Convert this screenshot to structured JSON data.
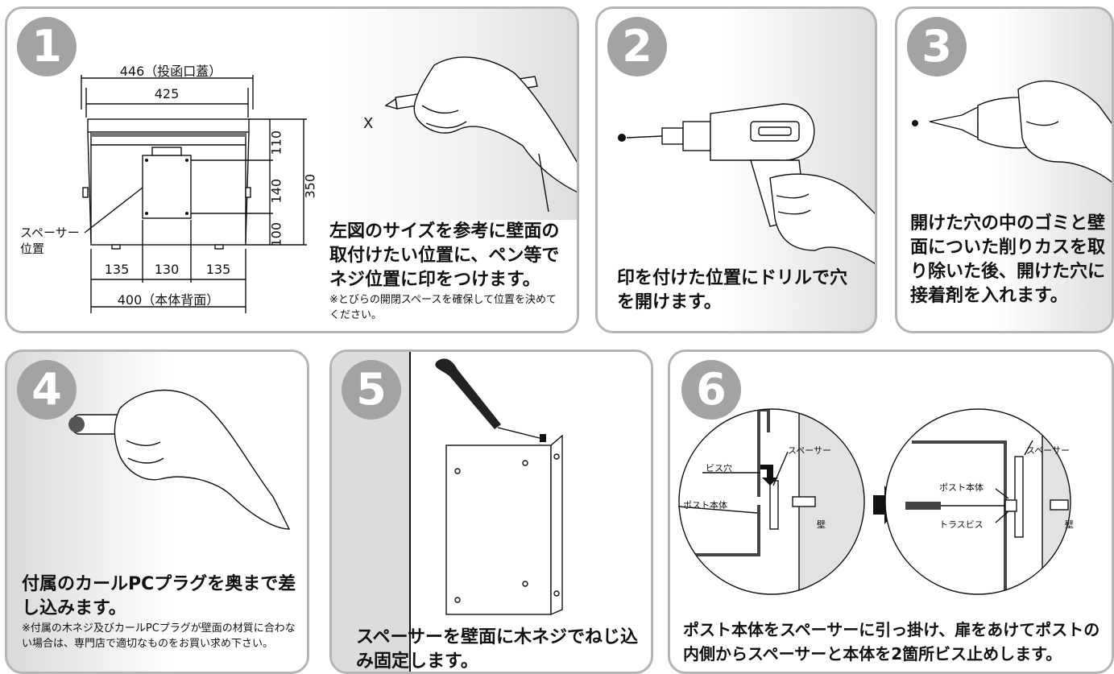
{
  "panels": [
    {
      "number": "1",
      "main_text": "左図のサイズを参考に壁面の取付けたい位置に、ペン等でネジ位置に印をつけます。",
      "note": "※とびらの開閉スペースを確保して位置を決めてください。",
      "diagram": {
        "width_outer": "446（投函口蓋）",
        "width_inner": "425",
        "height_total": "350",
        "vertical_segments": [
          "110",
          "140",
          "100"
        ],
        "bottom_segments": [
          "135",
          "130",
          "135"
        ],
        "width_bottom": "400（本体背面）",
        "spacer_label": "スペーサー位置",
        "mark": "X"
      }
    },
    {
      "number": "2",
      "main_text": "印を付けた位置にドリルで穴を開けます。"
    },
    {
      "number": "3",
      "main_text": "開けた穴の中のゴミと壁面についた削りカスを取り除いた後、開けた穴に接着剤を入れます。"
    },
    {
      "number": "4",
      "main_text": "付属のカールPCプラグを奥まで差し込みます。",
      "note": "※付属の木ネジ及びカールPCプラグが壁面の材質に合わない場合は、専門店で適切なものをお買い求め下さい。"
    },
    {
      "number": "5",
      "main_text": "スペーサーを壁面に木ネジでねじ込み固定します。"
    },
    {
      "number": "6",
      "main_text": "ポスト本体をスペーサーに引っ掛け、扉をあけてポストの内側からスペーサーと本体を2箇所ビス止めします。",
      "left_labels": {
        "screw_hole": "ビス穴",
        "spacer": "スペーサー",
        "post_body": "ポスト本体",
        "wall": "壁"
      },
      "right_labels": {
        "spacer": "スペーサー",
        "post_body": "ポスト本体",
        "truss_screw": "トラスビス",
        "wall": "壁"
      }
    }
  ]
}
